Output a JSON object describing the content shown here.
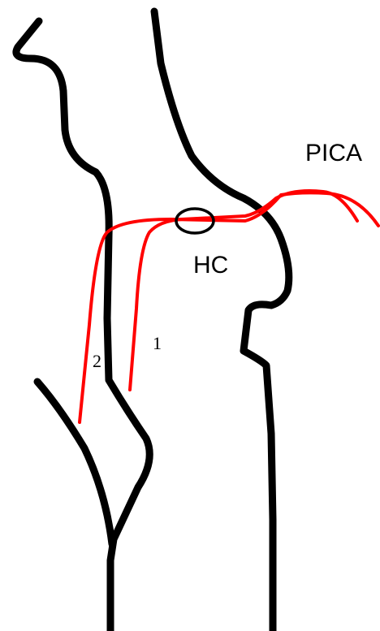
{
  "labels": {
    "pica": "PICA",
    "hc": "HC",
    "course_1": "1",
    "course_2": "2"
  },
  "colors": {
    "background": "#ffffff",
    "structure_outline": "#000000",
    "artery": "#ff0000"
  }
}
